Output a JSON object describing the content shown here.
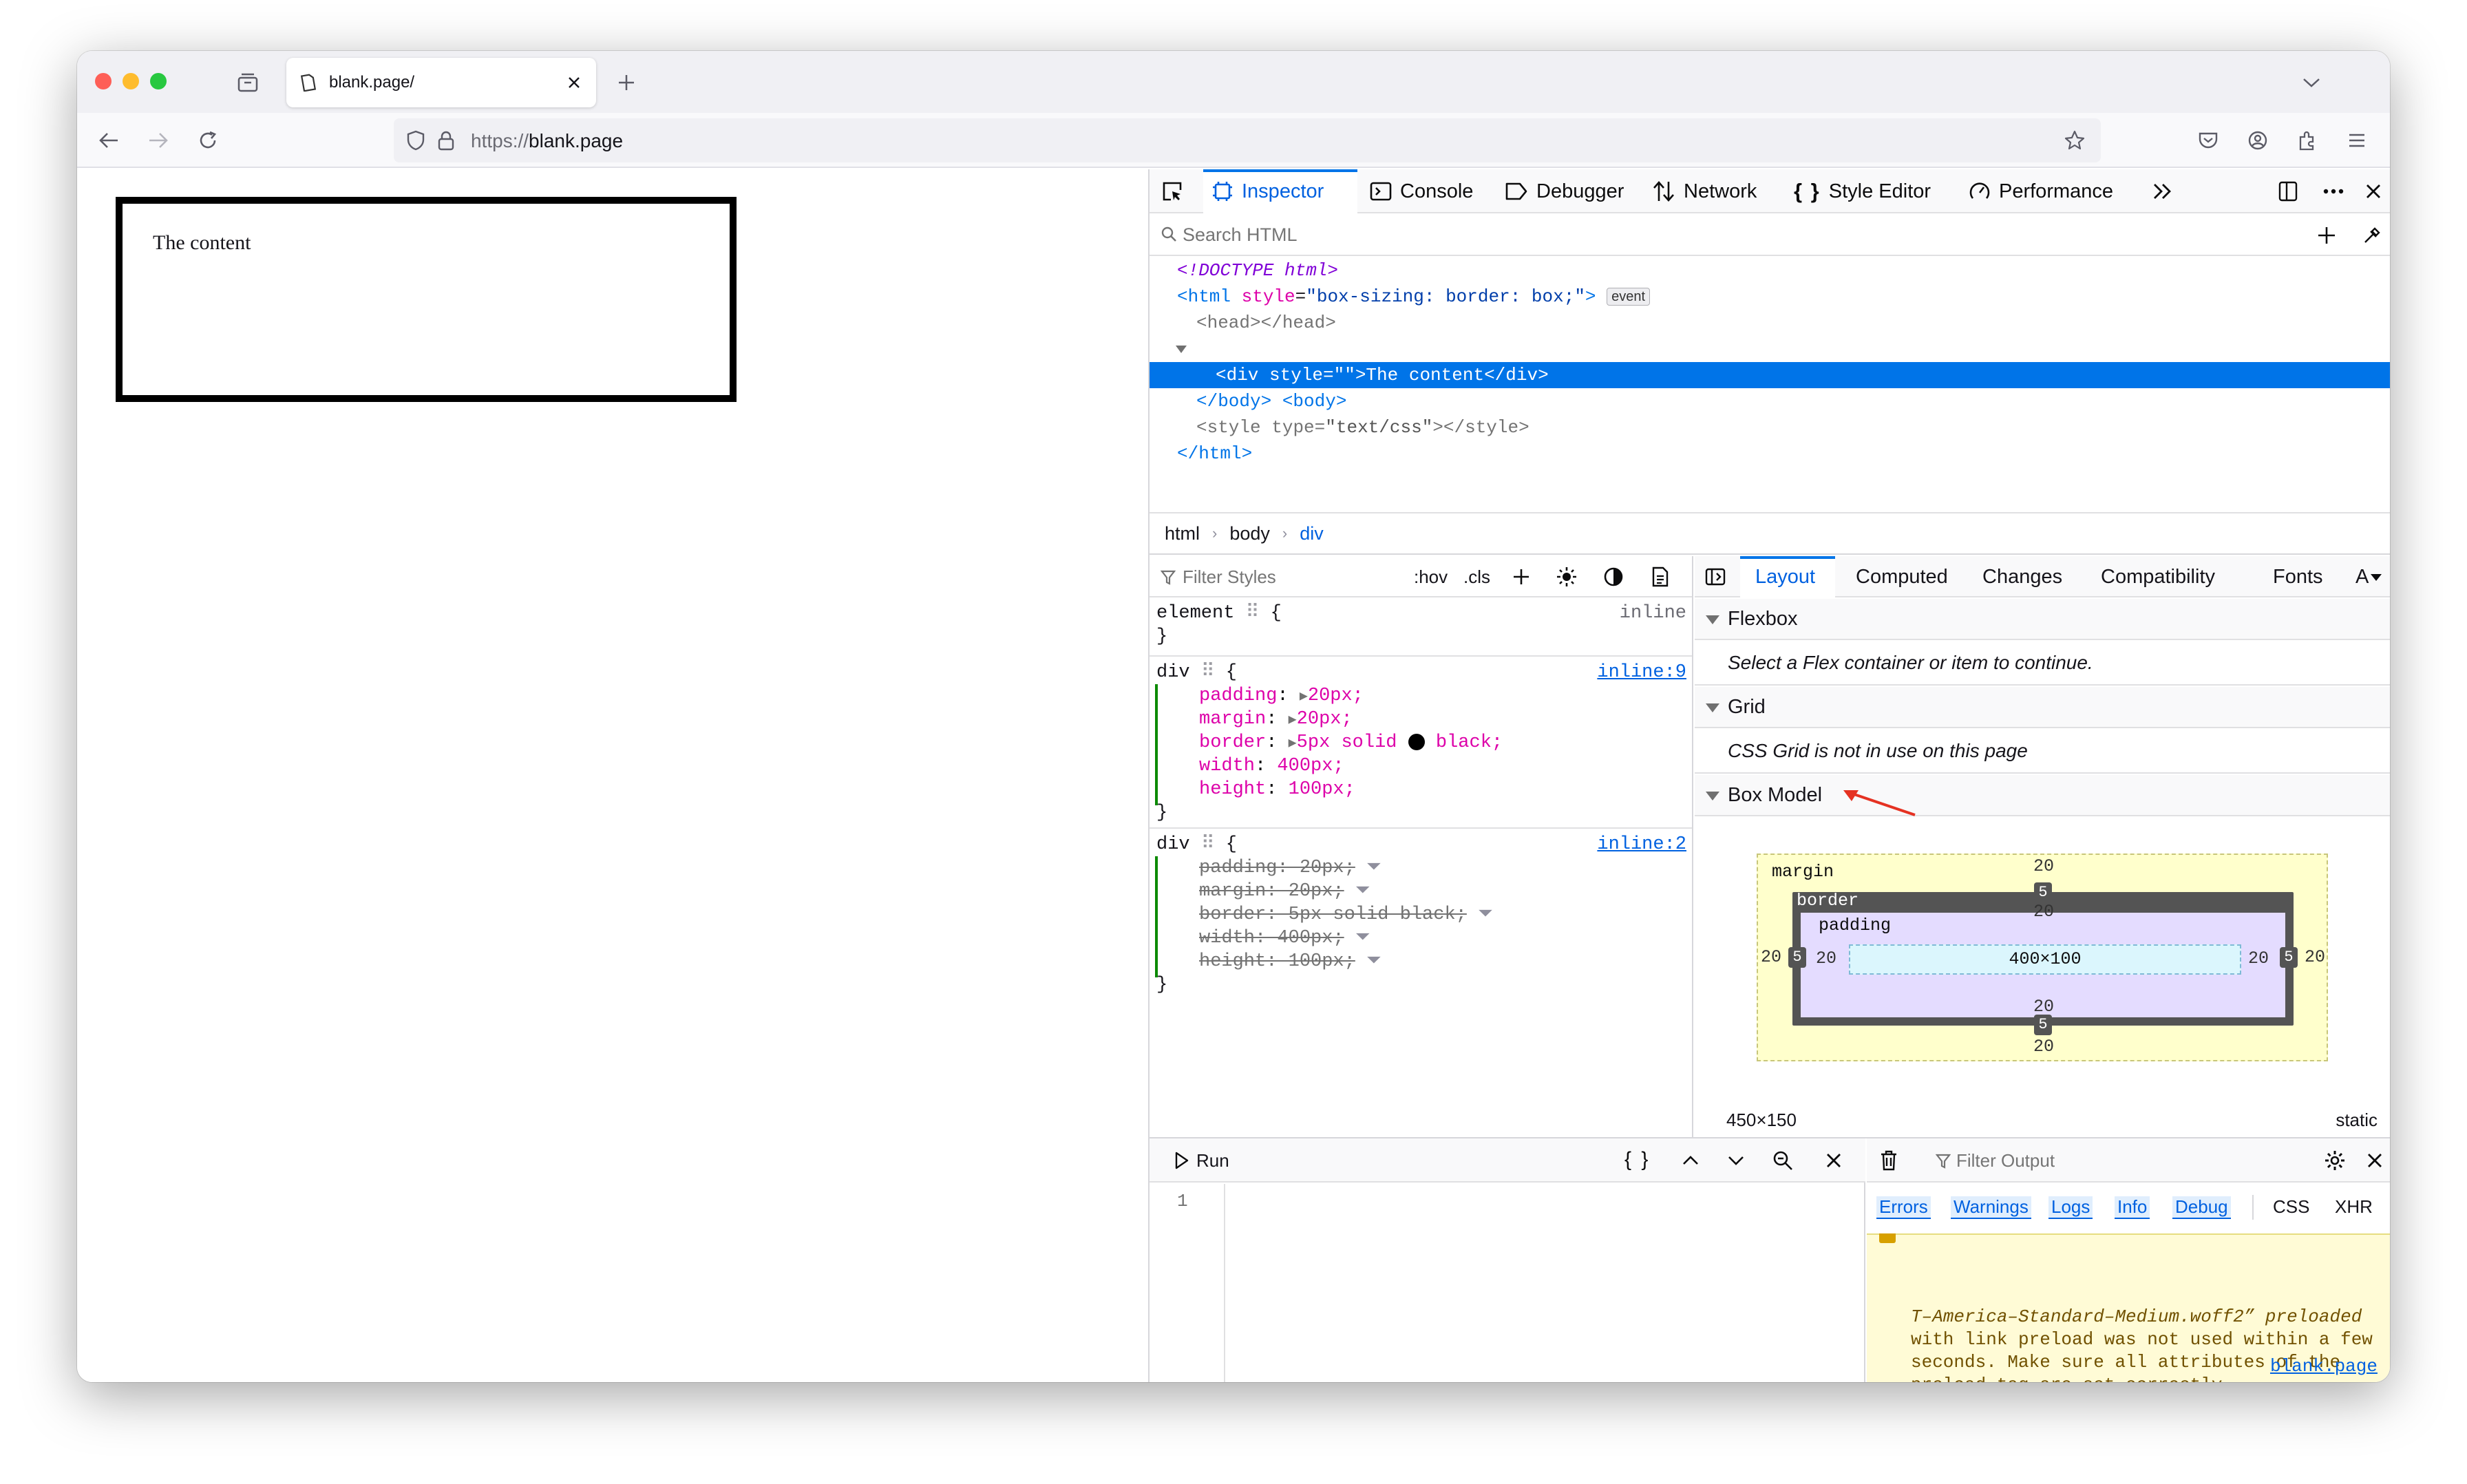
{
  "browser": {
    "tab_title": "blank.page/",
    "url_prefix": "https://",
    "url_host": "blank.page"
  },
  "page": {
    "content_text": "The content"
  },
  "devtools": {
    "tabs": [
      "Inspector",
      "Console",
      "Debugger",
      "Network",
      "Style Editor",
      "Performance"
    ],
    "search_placeholder": "Search HTML",
    "markup": {
      "doctype": "<!DOCTYPE html>",
      "html_open_tag": "<html",
      "html_attr": "style",
      "html_attr_value": "\"box-sizing: border: box;\"",
      "html_close_bracket": ">",
      "event_badge": "event",
      "head": "<head></head>",
      "body_open": "<body>",
      "selected": "<div style=\"\">The content</div>",
      "body_close": "</body>",
      "style_open": "<style",
      "style_attr": "type",
      "style_attr_value": "\"text/css\"",
      "style_end": "></style>",
      "html_close": "</html>"
    },
    "breadcrumb": [
      "html",
      "body",
      "div"
    ],
    "rules": {
      "filter_placeholder": "Filter Styles",
      "hov": ":hov",
      "cls": ".cls",
      "element_selector": "element",
      "element_source": "inline",
      "rule1_selector": "div",
      "rule1_source": "inline:9",
      "rule1_props": [
        {
          "name": "padding",
          "value": "20px;"
        },
        {
          "name": "margin",
          "value": "20px;"
        },
        {
          "name": "border",
          "value": "5px solid",
          "value2": "black;"
        },
        {
          "name": "width",
          "value": "400px;"
        },
        {
          "name": "height",
          "value": "100px;"
        }
      ],
      "rule2_selector": "div",
      "rule2_source": "inline:2",
      "rule2_props": [
        "padding: 20px;",
        "margin: 20px;",
        "border: 5px solid black;",
        "width: 400px;",
        "height: 100px;"
      ]
    },
    "layout": {
      "tabs": [
        "Layout",
        "Computed",
        "Changes",
        "Compatibility",
        "Fonts",
        "A"
      ],
      "flexbox_title": "Flexbox",
      "flexbox_msg": "Select a Flex container or item to continue.",
      "grid_title": "Grid",
      "grid_msg": "CSS Grid is not in use on this page",
      "boxmodel_title": "Box Model",
      "box": {
        "margin_label": "margin",
        "border_label": "border",
        "padding_label": "padding",
        "content_size": "400×100",
        "margin_value": "20",
        "border_value": "5",
        "padding_value": "20"
      },
      "dimensions": "450×150",
      "position": "static"
    },
    "console": {
      "run_label": "Run",
      "line_number": "1",
      "filter_placeholder": "Filter Output",
      "filters": [
        "Errors",
        "Warnings",
        "Logs",
        "Info",
        "Debug"
      ],
      "extra_filters": [
        "CSS",
        "XHR"
      ],
      "warning_lines": [
        "T–America–Standard–Medium.woff2” preloaded",
        "with link preload was not used within a few",
        "seconds. Make sure all attributes of the",
        "preload tag are set correctly."
      ],
      "warning_source": "blank.page"
    }
  }
}
